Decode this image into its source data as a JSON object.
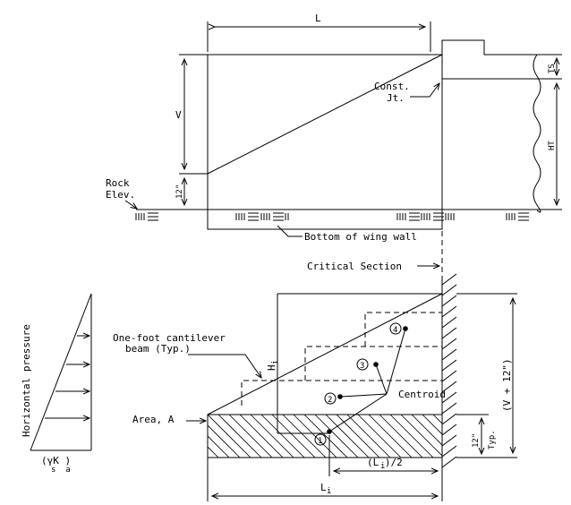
{
  "labels": {
    "L": "L",
    "V": "V",
    "TS": "TS",
    "HT": "HT",
    "twelve_in_top": "12\"",
    "const": "Const.",
    "jt": "Jt.",
    "rock": "Rock",
    "elev": "Elev.",
    "bottom_wing_wall": "Bottom of wing wall",
    "critical_section": "Critical Section",
    "horizontal_pressure": "Horizontal pressure",
    "pressure_formula": "(γK )",
    "pressure_subscripts": "s  a",
    "one_foot_1": "One-foot cantilever",
    "one_foot_2": "beam (Typ.)",
    "Hi": "H",
    "Hi_sub": "i",
    "centroid": "Centroid",
    "area_a": "Area, A",
    "v_plus_12": "(V + 12\")",
    "twelve_in_bottom": "12\"",
    "typ": "Typ.",
    "li_half": "(L )/2",
    "li_half_sub": "i",
    "Li": "L",
    "Li_sub": "i",
    "n1": "1",
    "n2": "2",
    "n3": "3",
    "n4": "4"
  }
}
